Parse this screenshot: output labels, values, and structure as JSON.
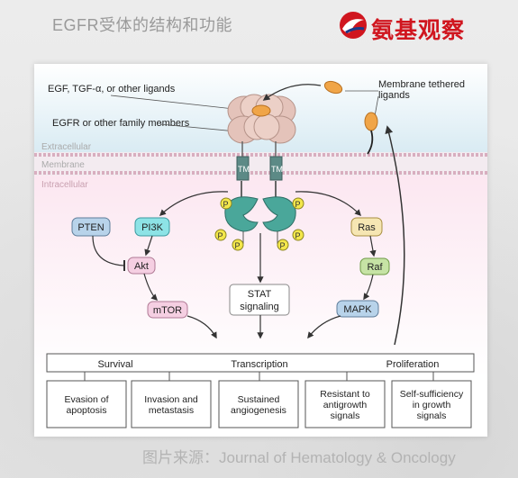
{
  "header": {
    "title": "EGFR受体的结构和功能",
    "logo_text": "氨基观察"
  },
  "footer": {
    "source": "图片来源：Journal of Hematology & Oncology"
  },
  "diagram": {
    "labels": {
      "ligands": "EGF, TGF-α, or other ligands",
      "receptors": "EGFR or other family members",
      "membrane_tethered_1": "Membrane tethered",
      "membrane_tethered_2": "ligands",
      "extracellular": "Extracellular",
      "membrane": "Membrane",
      "intracellular": "Intracellular",
      "tm": "TM",
      "p": "P"
    },
    "nodes": {
      "pten": "PTEN",
      "pi3k": "PI3K",
      "akt": "Akt",
      "mtor": "mTOR",
      "stat_1": "STAT",
      "stat_2": "signaling",
      "ras": "Ras",
      "raf": "Raf",
      "mapk": "MAPK"
    },
    "outcomes": {
      "survival": "Survival",
      "transcription": "Transcription",
      "proliferation": "Proliferation"
    },
    "boxes": [
      [
        "Evasion of",
        "apoptosis",
        ""
      ],
      [
        "Invasion and",
        "metastasis",
        ""
      ],
      [
        "Sustained",
        "angiogenesis",
        ""
      ],
      [
        "Resistant to",
        "antigrowth",
        "signals"
      ],
      [
        "Self-sufficiency",
        "in growth",
        "signals"
      ]
    ],
    "colors": {
      "extracellular": "#e3f0f6",
      "intracellular": "#fbe8f1",
      "receptor": "#e9c9c0",
      "kinase": "#4aa79a",
      "ligand": "#f0a548",
      "phosphate": "#f3e74b",
      "node_blue": "#b8d3ea",
      "node_cyan": "#8de3e6",
      "node_pink": "#f5cfe2",
      "node_yellow": "#f6e6b3",
      "node_green": "#c6e3a5"
    }
  }
}
